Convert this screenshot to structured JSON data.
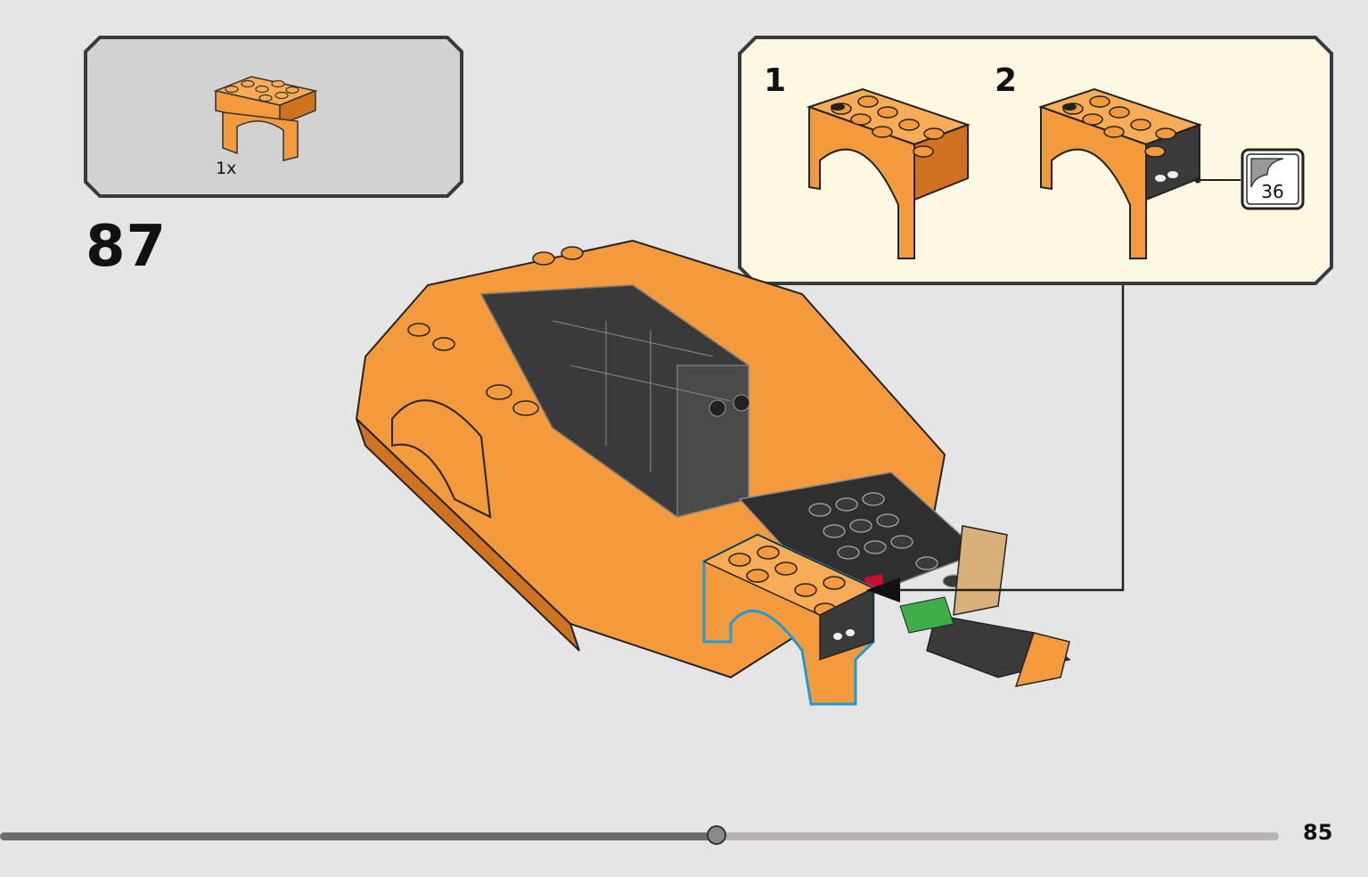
{
  "parts_callout": {
    "quantity": "1x"
  },
  "step": {
    "number": "87"
  },
  "sub_assembly": {
    "substeps": [
      "1",
      "2"
    ],
    "sticker_number": "36"
  },
  "progress": {
    "fraction": 0.56
  },
  "page": {
    "number": "85"
  },
  "colors": {
    "brick_orange": "#f39a3c",
    "brick_orange_dark": "#cf7320",
    "brick_black": "#3a3a3a",
    "callout_grey": "#d2d2d2",
    "callout_cream": "#fcf8e2",
    "highlight_blue": "#1e9ad6"
  }
}
